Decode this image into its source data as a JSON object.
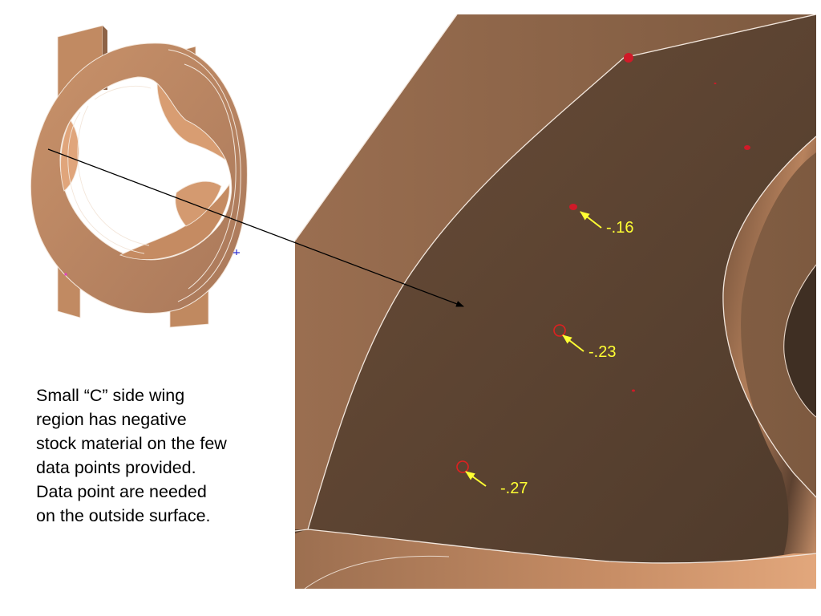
{
  "caption": {
    "lines": [
      "Small “C” side wing",
      "region has negative",
      "stock material on the few",
      "data points provided.",
      "Data point are needed",
      "on the outside surface."
    ]
  },
  "measurements": [
    {
      "label": "-.16",
      "marker": "filled"
    },
    {
      "label": "-.23",
      "marker": "ring"
    },
    {
      "label": "-.27",
      "marker": "ring"
    }
  ],
  "colors": {
    "part_light": "#e0a57b",
    "part_mid": "#94694c",
    "part_dark": "#5e4532",
    "annotation_text": "#ffff33",
    "marker_red": "#e02020",
    "leader_line": "#000000"
  }
}
